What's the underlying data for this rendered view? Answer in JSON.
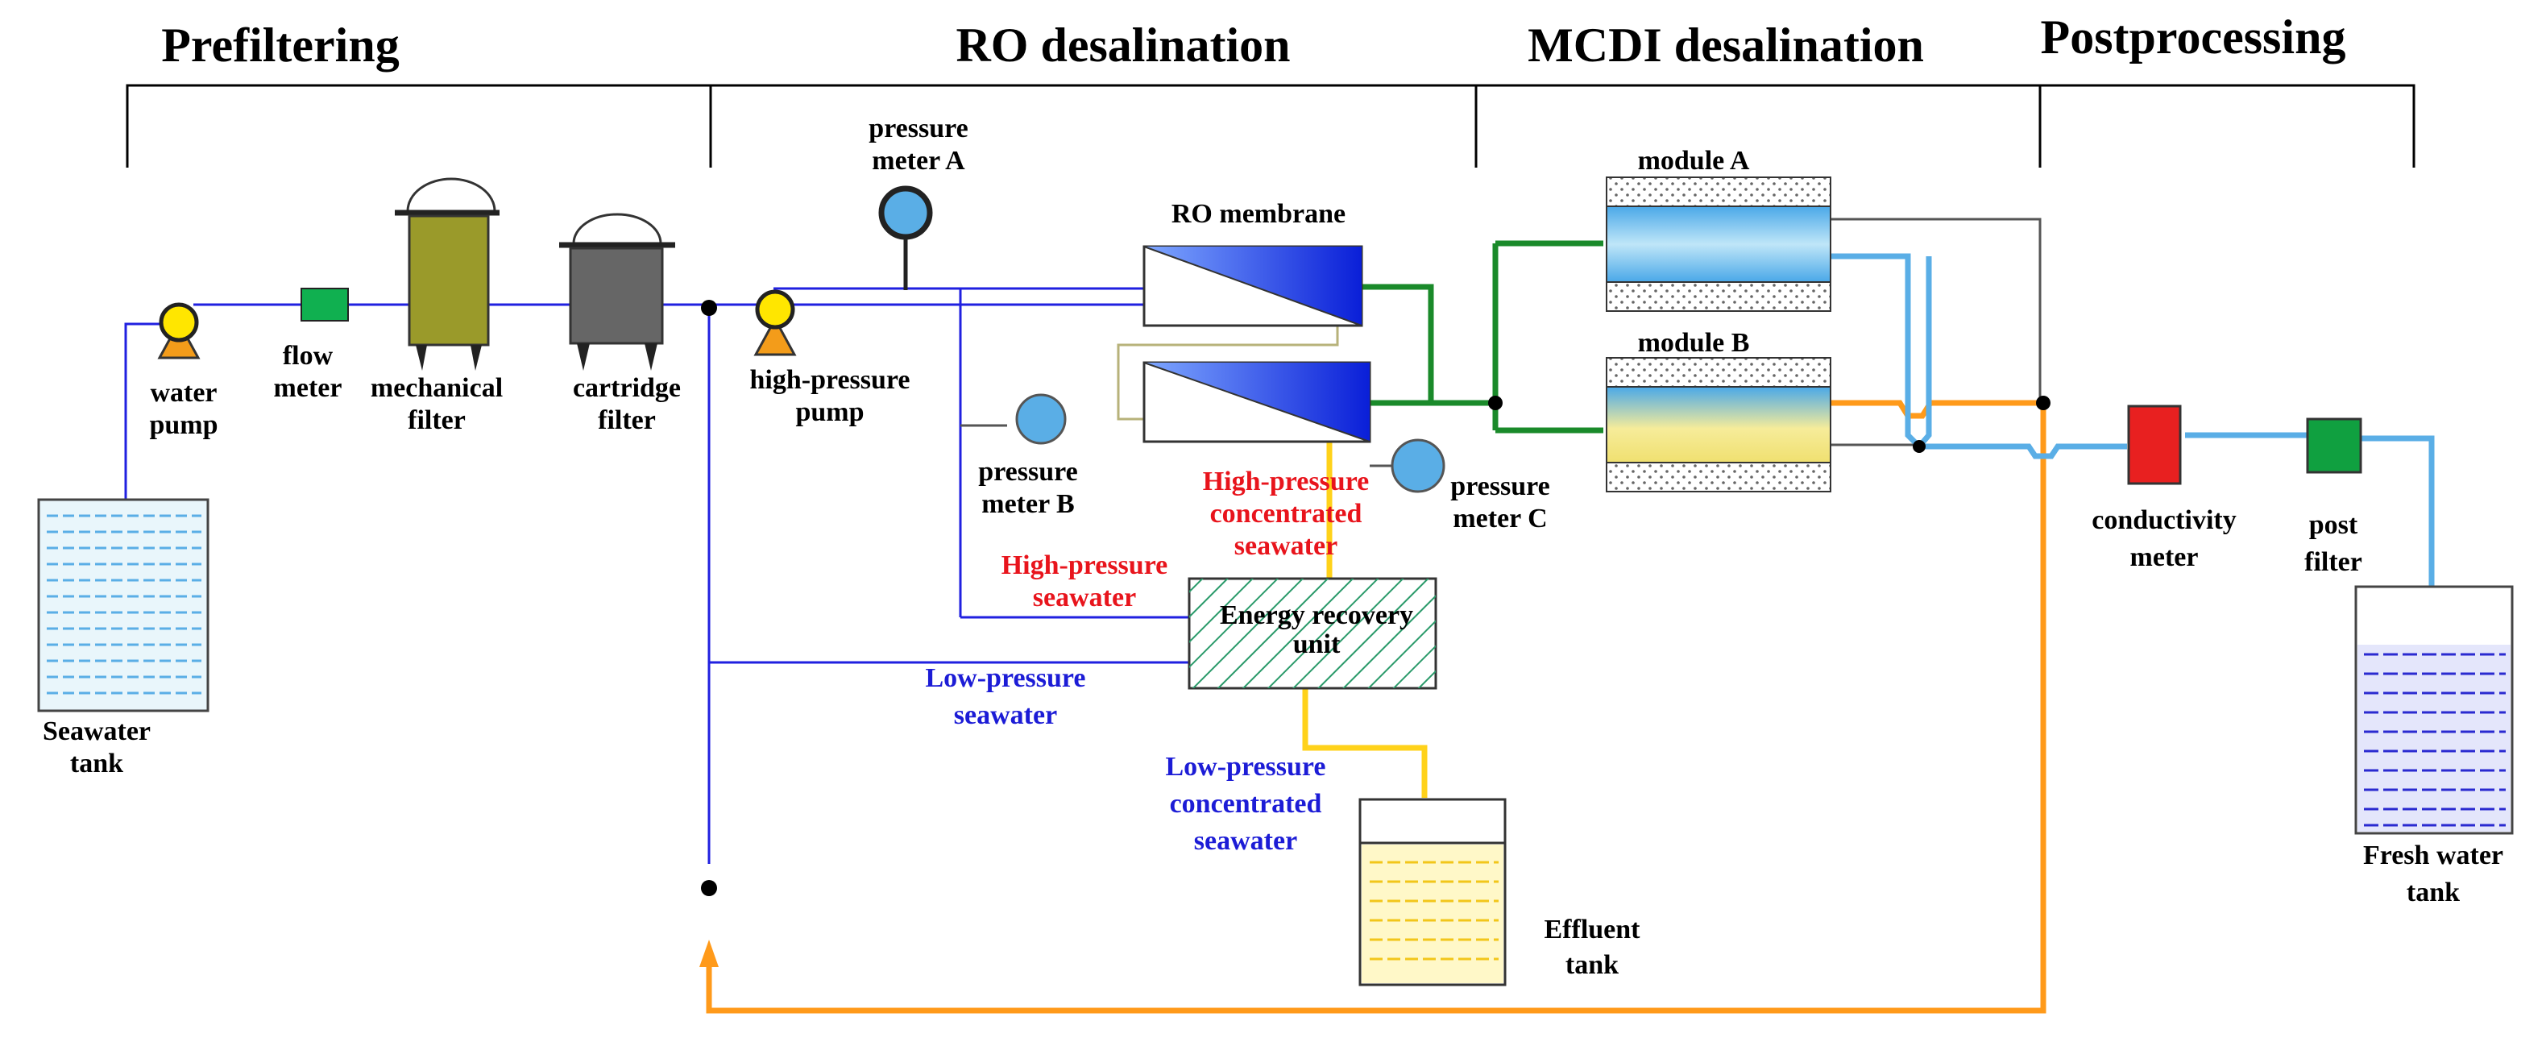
{
  "sections": {
    "prefiltering": "Prefiltering",
    "ro": "RO desalination",
    "mcdi": "MCDI desalination",
    "post": "Postprocessing"
  },
  "components": {
    "seawater_tank": [
      "Seawater",
      "tank"
    ],
    "water_pump": [
      "water",
      "pump"
    ],
    "flow_meter": [
      "flow",
      "meter"
    ],
    "mechanical_filter": [
      "mechanical",
      "filter"
    ],
    "cartridge_filter": [
      "cartridge",
      "filter"
    ],
    "high_pressure_pump": [
      "high-pressure",
      "pump"
    ],
    "pressure_meter_a": [
      "pressure",
      "meter A"
    ],
    "pressure_meter_b": [
      "pressure",
      "meter B"
    ],
    "pressure_meter_c": [
      "pressure",
      "meter C"
    ],
    "ro_membrane": "RO membrane",
    "energy_recovery": [
      "Energy recovery",
      "unit"
    ],
    "effluent_tank": [
      "Effluent",
      "tank"
    ],
    "module_a": "module A",
    "module_b": "module B",
    "conductivity_meter": [
      "conductivity",
      "meter"
    ],
    "post_filter": [
      "post",
      "filter"
    ],
    "fresh_water_tank": [
      "Fresh water",
      "tank"
    ]
  },
  "streams": {
    "hp_concentrated": [
      "High-pressure",
      "concentrated",
      "seawater"
    ],
    "hp_seawater": [
      "High-pressure",
      "seawater"
    ],
    "lp_seawater": [
      "Low-pressure",
      "seawater"
    ],
    "lp_concentrated": [
      "Low-pressure",
      "concentrated",
      "seawater"
    ]
  },
  "colors": {
    "low_pressure_line": "#2020e0",
    "ro_permeate_line": "#1a8a2a",
    "concentrate_line": "#ffd21a",
    "brine_return_line": "#ff9a1a",
    "fresh_water_line": "#5aaee6",
    "pump_body": "#ffe600",
    "pump_base": "#f39c1a",
    "flow_meter": "#10b050",
    "mechanical_filter": "#9a9a2a",
    "cartridge_filter": "#666666",
    "conductivity_meter": "#e82020",
    "post_filter": "#10a040",
    "energy_recovery_hatch": "#2a9a6a",
    "ro_membrane": "#1a3aee"
  }
}
